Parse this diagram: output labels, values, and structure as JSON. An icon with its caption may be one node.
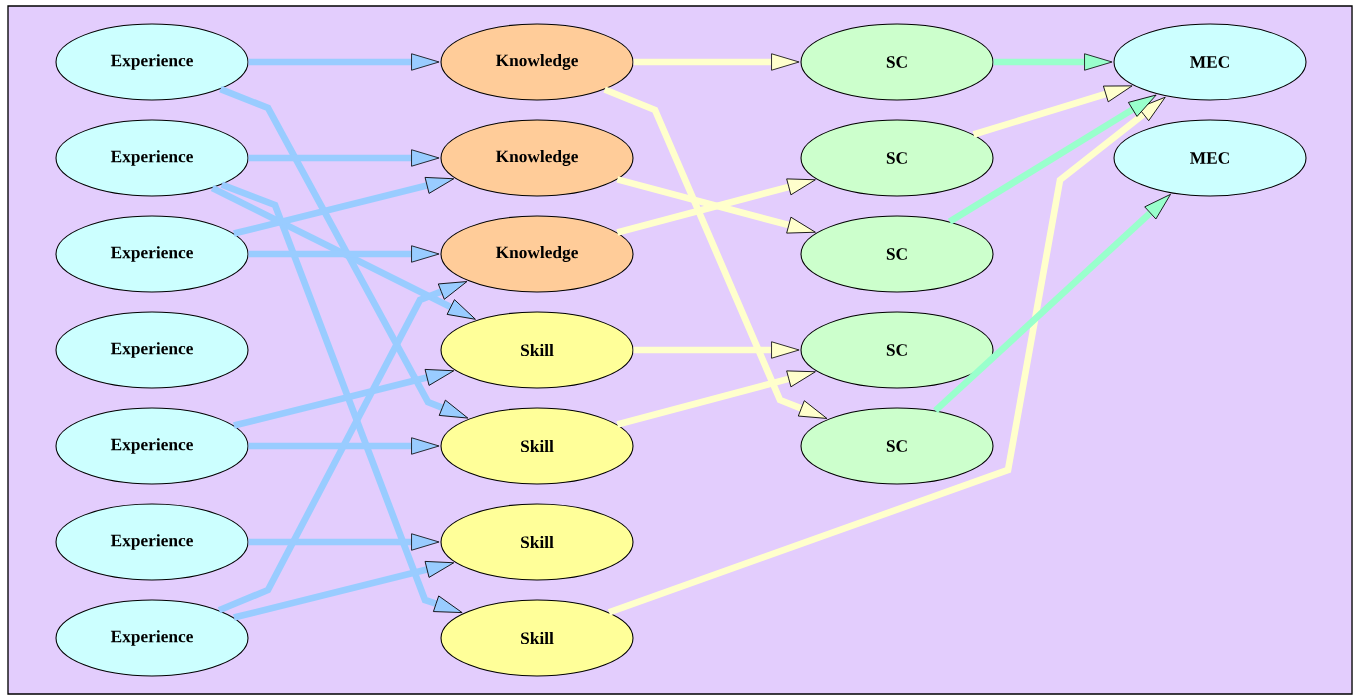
{
  "diagram": {
    "nodes": [
      {
        "text": [
          "Experience"
        ]
      },
      {
        "text": [
          "Experience"
        ]
      },
      {
        "text": [
          "Experience"
        ]
      },
      {
        "text": [
          "Experience"
        ]
      },
      {
        "text": [
          "Experience"
        ]
      },
      {
        "text": [
          "Experience"
        ]
      },
      {
        "text": [
          "Experience"
        ]
      },
      {
        "text": [
          "Knowledge"
        ]
      },
      {
        "text": [
          "Knowledge"
        ]
      },
      {
        "text": [
          "Knowledge"
        ]
      },
      {
        "text": [
          "Skill"
        ]
      },
      {
        "text": [
          "Skill"
        ]
      },
      {
        "text": [
          "Skill"
        ]
      },
      {
        "text": [
          "Skill"
        ]
      },
      {
        "text": [
          "SC"
        ]
      },
      {
        "text": [
          "SC"
        ]
      },
      {
        "text": [
          "SC"
        ]
      },
      {
        "text": [
          "SC"
        ]
      },
      {
        "text": [
          "SC"
        ]
      },
      {
        "text": [
          "MEC"
        ]
      },
      {
        "text": [
          "MEC"
        ]
      }
    ],
    "edges": [
      {
        "from": 0,
        "to": 7,
        "arrow": "to",
        "color": "#99ccff"
      },
      {
        "from": 0,
        "to": 11,
        "arrow": "to",
        "color": "#99ccff"
      },
      {
        "from": 1,
        "to": 8,
        "arrow": "to",
        "color": "#99ccff"
      },
      {
        "from": 1,
        "to": 10,
        "arrow": "to",
        "color": "#99ccff"
      },
      {
        "from": 1,
        "to": 13,
        "arrow": "to",
        "color": "#99ccff"
      },
      {
        "from": 2,
        "to": 8,
        "arrow": "to",
        "color": "#99ccff"
      },
      {
        "from": 2,
        "to": 9,
        "arrow": "to",
        "color": "#99ccff"
      },
      {
        "from": 4,
        "to": 10,
        "arrow": "to",
        "color": "#99ccff"
      },
      {
        "from": 4,
        "to": 11,
        "arrow": "to",
        "color": "#99ccff"
      },
      {
        "from": 5,
        "to": 12,
        "arrow": "to",
        "color": "#99ccff"
      },
      {
        "from": 6,
        "to": 12,
        "arrow": "to",
        "color": "#99ccff"
      },
      {
        "from": 6,
        "to": 9,
        "arrow": "to",
        "color": "#99ccff"
      },
      {
        "from": 7,
        "to": 14,
        "arrow": "to",
        "color": "#ffffcc"
      },
      {
        "from": 7,
        "to": 18,
        "arrow": "to",
        "color": "#ffffcc"
      },
      {
        "from": 8,
        "to": 16,
        "arrow": "to",
        "color": "#ffffcc"
      },
      {
        "from": 9,
        "to": 15,
        "arrow": "to",
        "color": "#ffffcc"
      },
      {
        "from": 10,
        "to": 17,
        "arrow": "to",
        "color": "#ffffcc"
      },
      {
        "from": 11,
        "to": 17,
        "arrow": "to",
        "color": "#ffffcc"
      },
      {
        "from": 13,
        "to": 19,
        "arrow": "to",
        "color": "#ffffcc"
      },
      {
        "from": 15,
        "to": 19,
        "arrow": "to",
        "color": "#ffffcc"
      },
      {
        "from": 14,
        "to": 19,
        "arrow": "to",
        "color": "#99ffcc"
      },
      {
        "from": 16,
        "to": 19,
        "arrow": "to",
        "color": "#99ffcc"
      },
      {
        "from": 18,
        "to": 20,
        "arrow": "to",
        "color": "#99ffcc"
      }
    ]
  }
}
